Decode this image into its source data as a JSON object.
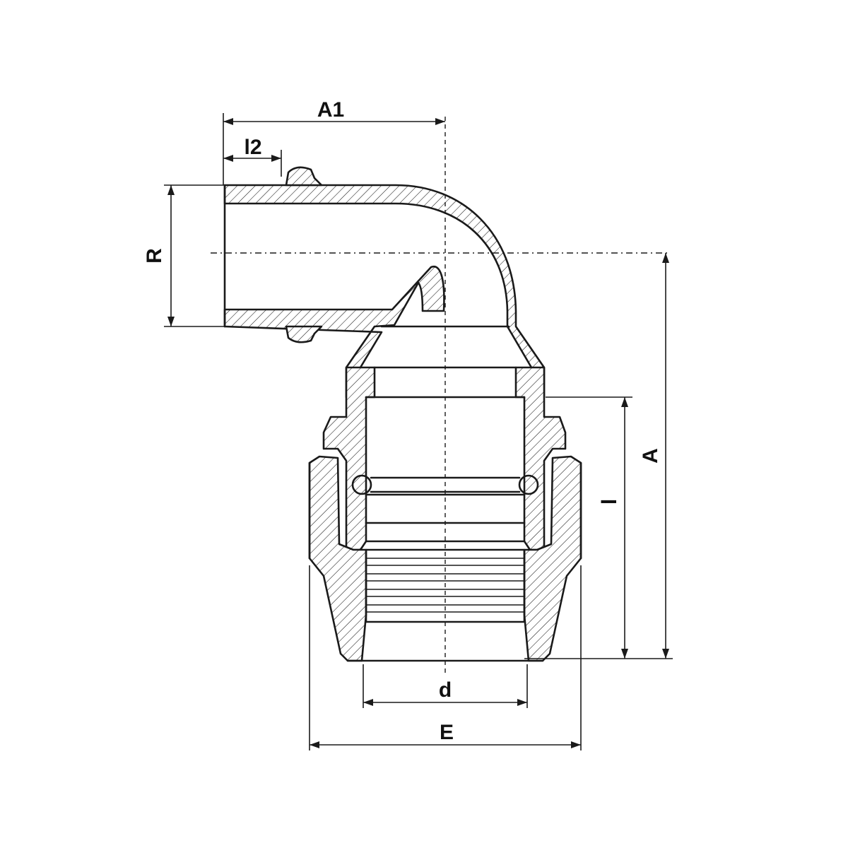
{
  "drawing": {
    "dimensions": {
      "a1": "A1",
      "l2": "l2",
      "r": "R",
      "a": "A",
      "l": "l",
      "d": "d",
      "e": "E"
    }
  }
}
